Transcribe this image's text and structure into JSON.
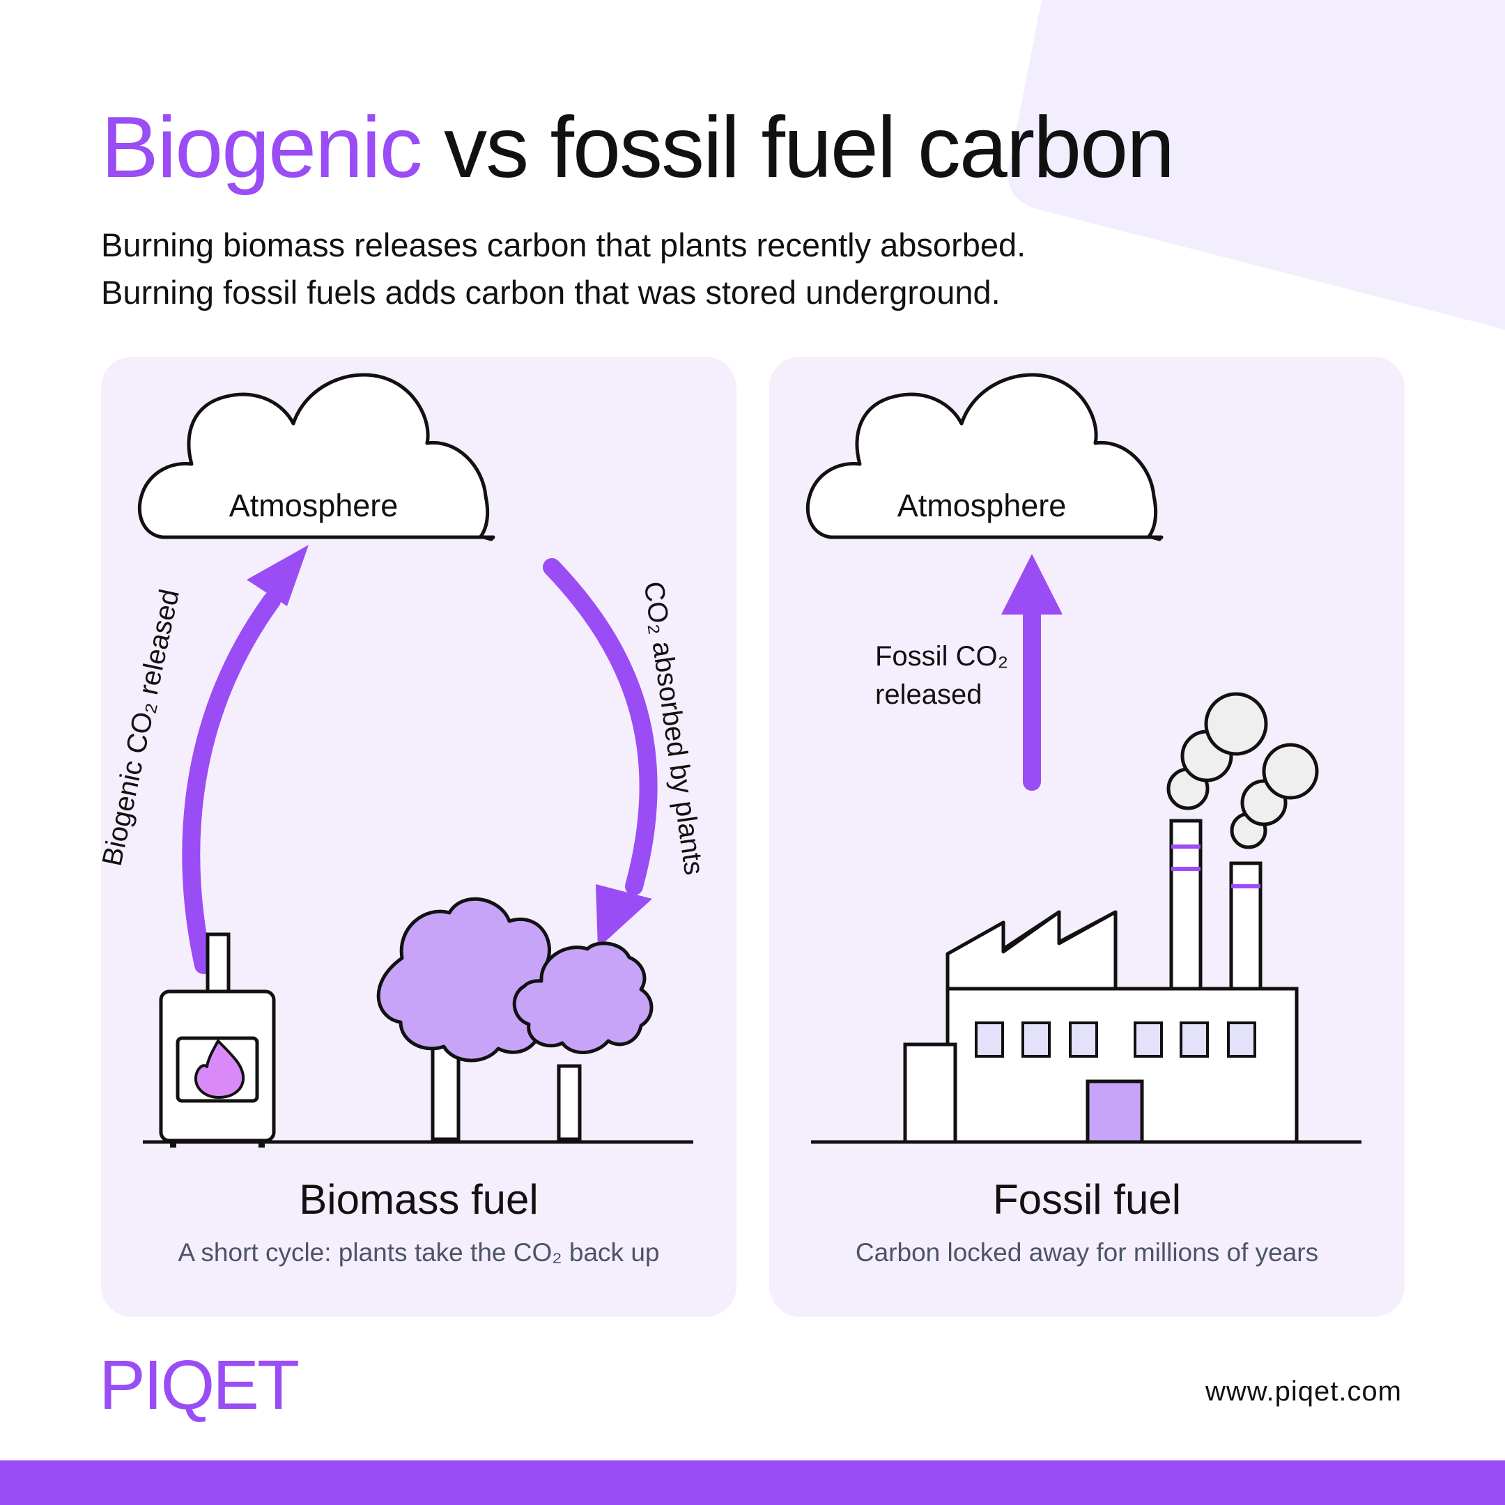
{
  "title": {
    "accent": "Biogenic",
    "rest": " vs fossil fuel carbon"
  },
  "subtitle": {
    "line1": "Burning biomass releases carbon that plants recently absorbed.",
    "line2": "Burning fossil fuels adds carbon that was stored underground."
  },
  "biomass_panel": {
    "atmosphere_label": "Atmosphere",
    "released_label": "Biogenic CO₂ released",
    "absorbed_label": "CO₂ absorbed by plants",
    "title": "Biomass fuel",
    "caption": "A short cycle: plants take the CO₂ back up"
  },
  "fossil_panel": {
    "atmosphere_label": "Atmosphere",
    "released_line1": "Fossil CO₂",
    "released_line2": "released",
    "title": "Fossil fuel",
    "caption": "Carbon locked away for millions of years"
  },
  "footer": {
    "brand": "PIQET",
    "url": "www.piqet.com"
  },
  "colors": {
    "accent": "#9a4cf5",
    "panel_bg": "#f5eefc",
    "tree_fill": "#c8a4f9",
    "flame_fill": "#d98af8",
    "window_fill": "#e4e1fa",
    "smoke_fill": "#efefef",
    "text": "#111111",
    "caption_text": "#4b5563"
  }
}
